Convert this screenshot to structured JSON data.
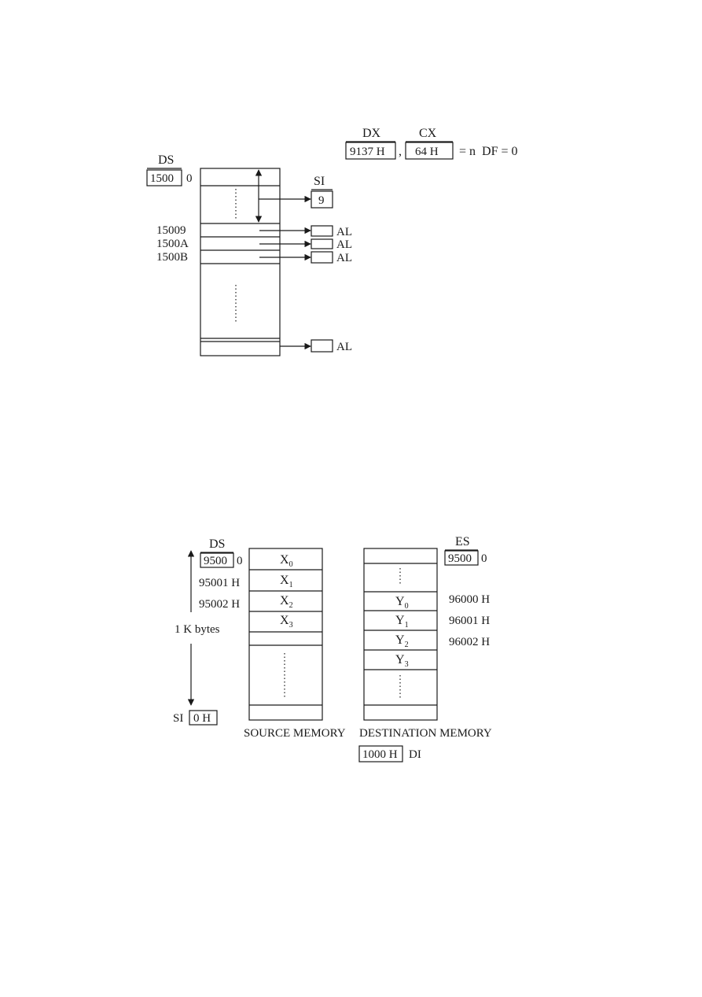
{
  "diagram1": {
    "ds_label": "DS",
    "ds_value": "1500",
    "ds_zero": "0",
    "dx_label": "DX",
    "dx_value": "9137 H",
    "separator": ",",
    "cx_label": "CX",
    "cx_value": "64 H",
    "equation": "= n  DF = 0",
    "si_label": "SI",
    "si_value": "9",
    "addresses": [
      "15009",
      "1500A",
      "1500B"
    ],
    "al_label": "AL"
  },
  "diagram2": {
    "ds_label": "DS",
    "ds_value": "9500",
    "ds_zero": "0",
    "source_addresses": [
      "95001 H",
      "95002 H"
    ],
    "size_label": "1 K bytes",
    "si_label": "SI",
    "si_value": "0 H",
    "source_cells": [
      {
        "base": "X",
        "sub": "0"
      },
      {
        "base": "X",
        "sub": "1"
      },
      {
        "base": "X",
        "sub": "2"
      },
      {
        "base": "X",
        "sub": "3"
      }
    ],
    "es_label": "ES",
    "es_value": "9500",
    "es_zero": "0",
    "dest_cells": [
      {
        "base": "Y",
        "sub": "0"
      },
      {
        "base": "Y",
        "sub": "1"
      },
      {
        "base": "Y",
        "sub": "2"
      },
      {
        "base": "Y",
        "sub": "3"
      }
    ],
    "dest_addresses": [
      "96000 H",
      "96001 H",
      "96002 H"
    ],
    "source_caption": "SOURCE MEMORY",
    "dest_caption": "DESTINATION MEMORY",
    "di_value": "1000 H",
    "di_label": "DI"
  }
}
